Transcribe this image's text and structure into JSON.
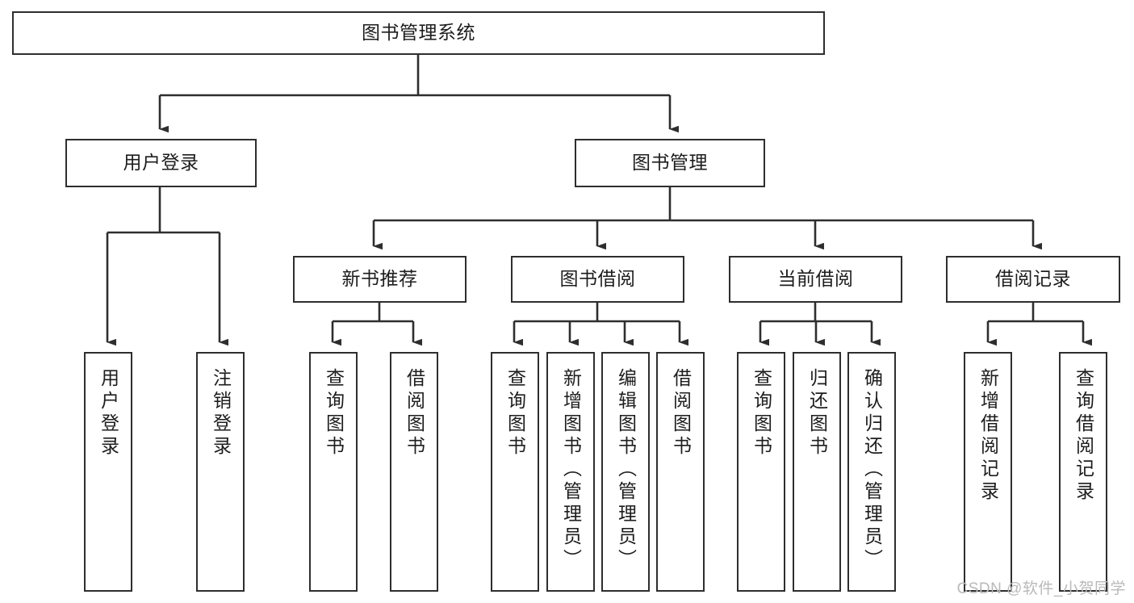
{
  "diagram": {
    "type": "tree-hierarchy",
    "title": "图书管理系统",
    "root": {
      "id": "root",
      "label": "图书管理系统"
    },
    "level2": [
      {
        "id": "user-login",
        "label": "用户登录"
      },
      {
        "id": "book-management",
        "label": "图书管理"
      }
    ],
    "level3": [
      {
        "id": "new-book-recommend",
        "label": "新书推荐",
        "parent": "book-management"
      },
      {
        "id": "book-borrow",
        "label": "图书借阅",
        "parent": "book-management"
      },
      {
        "id": "current-borrow",
        "label": "当前借阅",
        "parent": "book-management"
      },
      {
        "id": "borrow-record",
        "label": "借阅记录",
        "parent": "book-management"
      }
    ],
    "leaves": [
      {
        "id": "leaf-user-login",
        "label": "用户登录",
        "parent": "user-login"
      },
      {
        "id": "leaf-logout",
        "label": "注销登录",
        "parent": "user-login"
      },
      {
        "id": "leaf-query-book-1",
        "label": "查询图书",
        "parent": "new-book-recommend"
      },
      {
        "id": "leaf-borrow-book-1",
        "label": "借阅图书",
        "parent": "new-book-recommend"
      },
      {
        "id": "leaf-query-book-2",
        "label": "查询图书",
        "parent": "book-borrow"
      },
      {
        "id": "leaf-add-book",
        "label": "新增图书（管理员）",
        "parent": "book-borrow"
      },
      {
        "id": "leaf-edit-book",
        "label": "编辑图书（管理员）",
        "parent": "book-borrow"
      },
      {
        "id": "leaf-borrow-book-2",
        "label": "借阅图书",
        "parent": "book-borrow"
      },
      {
        "id": "leaf-query-book-3",
        "label": "查询图书",
        "parent": "current-borrow"
      },
      {
        "id": "leaf-return-book",
        "label": "归还图书",
        "parent": "current-borrow"
      },
      {
        "id": "leaf-confirm-return",
        "label": "确认归还（管理员）",
        "parent": "current-borrow"
      },
      {
        "id": "leaf-add-record",
        "label": "新增借阅记录",
        "parent": "borrow-record"
      },
      {
        "id": "leaf-query-record",
        "label": "查询借阅记录",
        "parent": "borrow-record"
      }
    ]
  },
  "watermark": {
    "text": "CSDN @软件_小贺同学"
  },
  "colors": {
    "stroke": "#2e2e2e",
    "fill": "#ffffff",
    "text": "#1d1d1d",
    "watermark": "#b9b9b9"
  }
}
